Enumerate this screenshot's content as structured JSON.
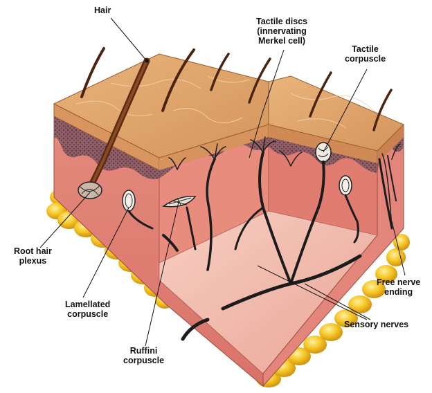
{
  "labels": {
    "hair": "Hair",
    "tactile_discs": [
      "Tactile discs",
      "(innervating",
      "Merkel cell)"
    ],
    "tactile_corpuscle": [
      "Tactile",
      "corpuscle"
    ],
    "root_hair_plexus": [
      "Root hair",
      "plexus"
    ],
    "lamellated_corpuscle": [
      "Lamellated",
      "corpuscle"
    ],
    "ruffini_corpuscle": [
      "Ruffini",
      "corpuscle"
    ],
    "free_nerve_ending": [
      "Free nerve",
      "ending"
    ],
    "sensory_nerves": "Sensory nerves"
  },
  "colors": {
    "epidermis": "#e0a870",
    "epidermis_side": "#d99a62",
    "papillary": "#8a5a63",
    "dermis": "#e2867a",
    "dermis_light": "#f0b8aa",
    "fat": "#f2c21e",
    "nerve": "#1c1c1c",
    "hair": "#4a2410"
  }
}
